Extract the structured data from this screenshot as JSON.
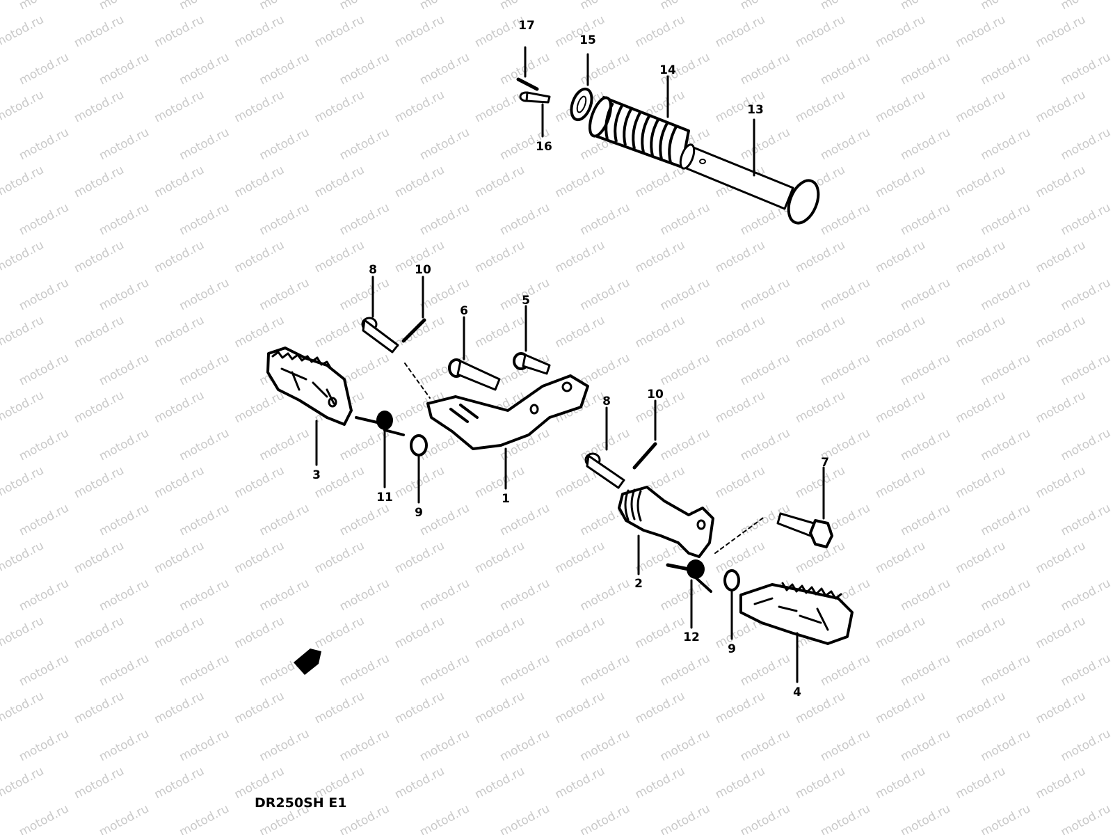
{
  "colors": {
    "background": "#ffffff",
    "ink": "#000000",
    "watermark": "#c9c9c9"
  },
  "watermark": {
    "text": "motod.ru"
  },
  "model_code": "DR250SH E1",
  "callouts": [
    {
      "key": "c17",
      "label": "17"
    },
    {
      "key": "c15",
      "label": "15"
    },
    {
      "key": "c14",
      "label": "14"
    },
    {
      "key": "c13",
      "label": "13"
    },
    {
      "key": "c16",
      "label": "16"
    },
    {
      "key": "c8a",
      "label": "8"
    },
    {
      "key": "c10a",
      "label": "10"
    },
    {
      "key": "c6",
      "label": "6"
    },
    {
      "key": "c5",
      "label": "5"
    },
    {
      "key": "c3",
      "label": "3"
    },
    {
      "key": "c11",
      "label": "11"
    },
    {
      "key": "c9a",
      "label": "9"
    },
    {
      "key": "c1",
      "label": "1"
    },
    {
      "key": "c10b",
      "label": "10"
    },
    {
      "key": "c8b",
      "label": "8"
    },
    {
      "key": "c7",
      "label": "7"
    },
    {
      "key": "c2",
      "label": "2"
    },
    {
      "key": "c12",
      "label": "12"
    },
    {
      "key": "c9b",
      "label": "9"
    },
    {
      "key": "c4",
      "label": "4"
    }
  ],
  "direction_arrow": {
    "icon": "front-direction-arrow-icon"
  }
}
